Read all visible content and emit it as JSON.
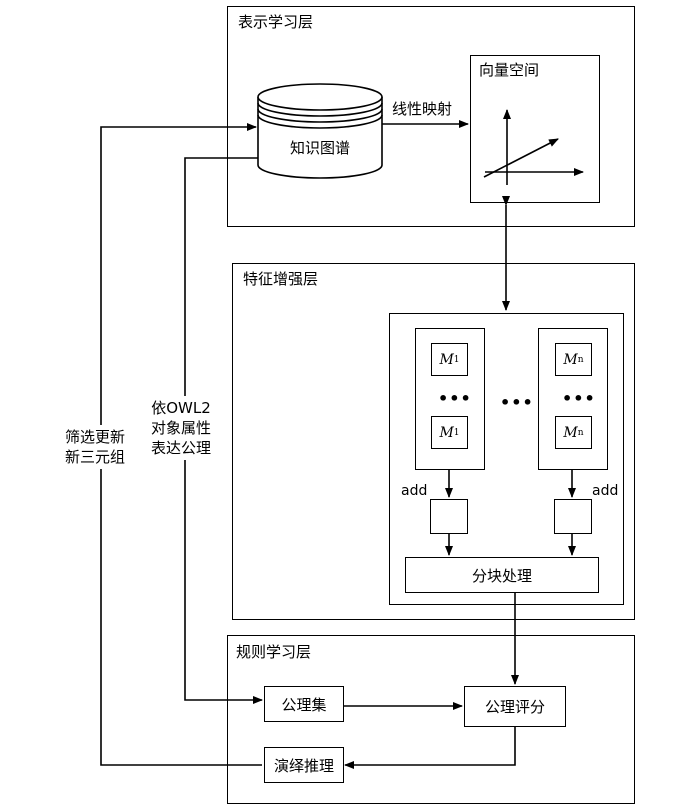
{
  "layers": {
    "representation": {
      "title": "表示学习层"
    },
    "feature": {
      "title": "特征增强层"
    },
    "rule": {
      "title": "规则学习层"
    }
  },
  "nodes": {
    "knowledge_graph": "知识图谱",
    "vector_space": "向量空间",
    "block_processing": "分块处理",
    "axiom_set": "公理集",
    "axiom_scoring": "公理评分",
    "deductive_reasoning": "演绎推理"
  },
  "matrices": {
    "left_top": {
      "base": "M",
      "sub": "1"
    },
    "left_bottom": {
      "base": "M",
      "sub": "1"
    },
    "right_top": {
      "base": "M",
      "sub": "n"
    },
    "right_bottom": {
      "base": "M",
      "sub": "n"
    }
  },
  "ellipsis": "•••",
  "edge_labels": {
    "linear_mapping": "线性映射",
    "add_left": "add",
    "add_right": "add",
    "owl_line1": "依OWL2",
    "owl_line2": "对象属性",
    "owl_line3": "表达公理",
    "filter_line1": "筛选更新",
    "filter_line2": "新三元组"
  }
}
